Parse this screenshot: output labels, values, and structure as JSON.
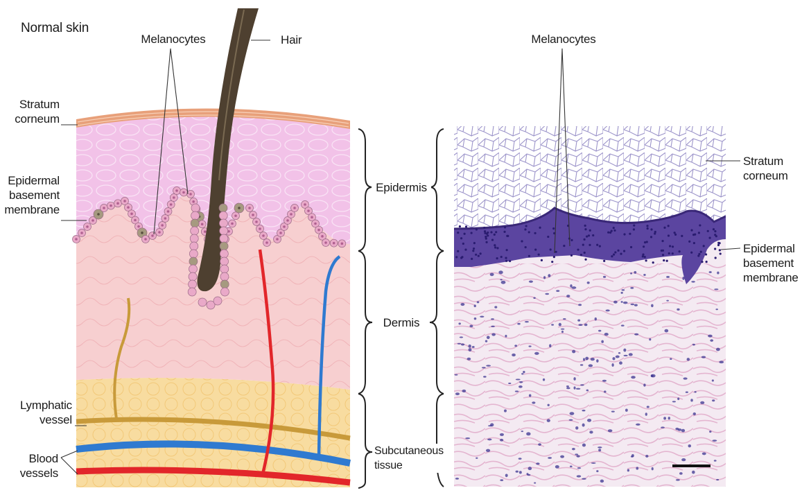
{
  "title": "Normal skin",
  "labels": {
    "melanocytes_left": "Melanocytes",
    "hair": "Hair",
    "stratum_corneum_left": [
      "Stratum",
      "corneum"
    ],
    "epidermal_bm_left": [
      "Epidermal",
      "basement",
      "membrane"
    ],
    "lymphatic_vessel": [
      "Lymphatic",
      "vessel"
    ],
    "blood_vessels": [
      "Blood",
      "vessels"
    ],
    "epidermis": "Epidermis",
    "dermis": "Dermis",
    "subcutaneous_tissue": [
      "Subcutaneous",
      "tissue"
    ],
    "melanocytes_right": "Melanocytes",
    "stratum_corneum_right": [
      "Stratum",
      "corneum"
    ],
    "epidermal_bm_right": [
      "Epidermal",
      "basement",
      "membrane"
    ]
  },
  "colors": {
    "stratum_corneum": "#e8a07a",
    "epidermis": "#f2c2e8",
    "dermis": "#f7cfd0",
    "subcutaneous": "#f8dca0",
    "basal_cell": "#e9a9c8",
    "melanocyte": "#a69a80",
    "hair": "#4e4030",
    "lymphatic": "#c89a3a",
    "artery": "#e2262a",
    "vein": "#2f7ad0",
    "histo_epidermis": "#5b45a0",
    "histo_dermis": "#f4eaf2"
  }
}
